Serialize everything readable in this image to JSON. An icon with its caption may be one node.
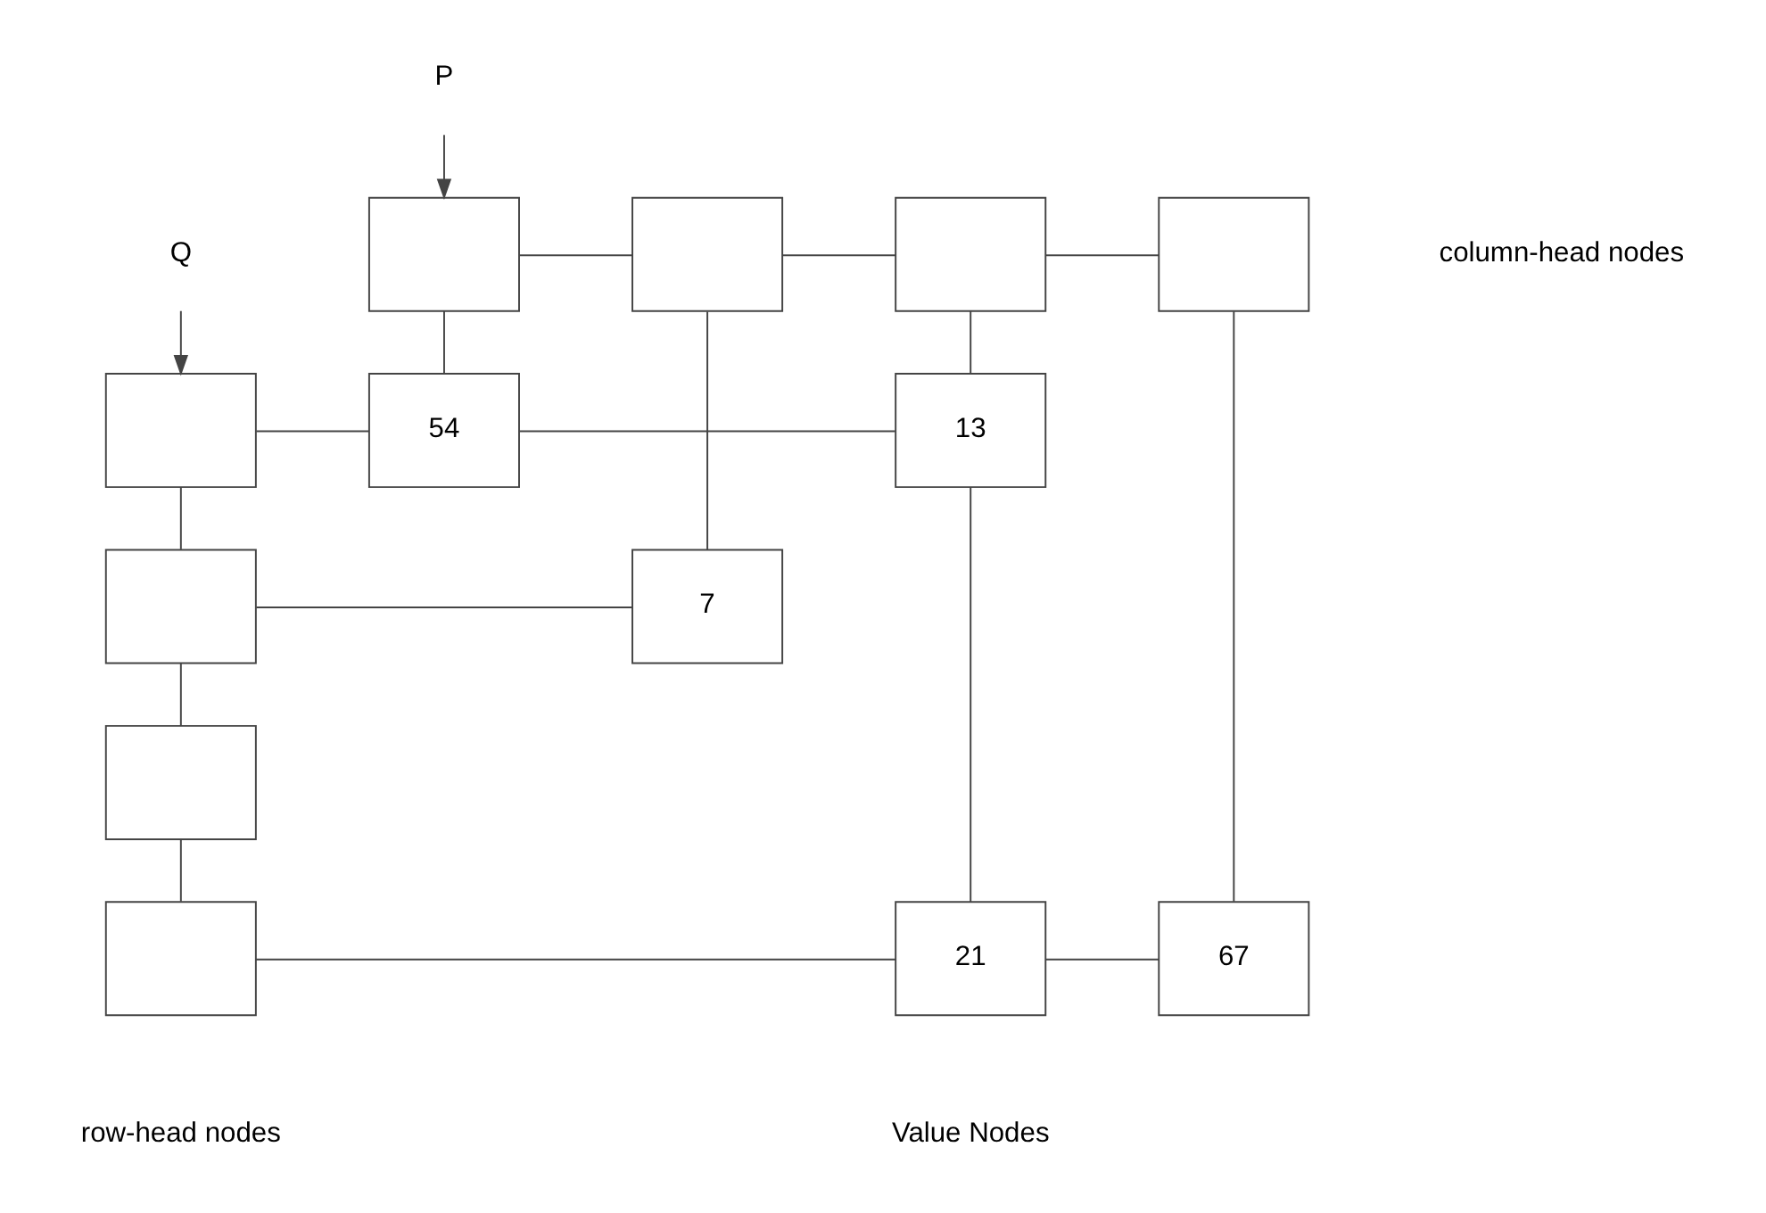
{
  "diagram": {
    "nodes": [
      {
        "text": [
          "P"
        ]
      },
      {
        "text": [],
        "shape": "box"
      },
      {
        "text": [],
        "shape": "box"
      },
      {
        "text": [],
        "shape": "box"
      },
      {
        "text": [],
        "shape": "box"
      },
      {
        "text": [
          "Q"
        ]
      },
      {
        "text": [],
        "shape": "box"
      },
      {
        "text": [
          "54"
        ]
      },
      {
        "text": [
          "13"
        ]
      },
      {
        "text": [],
        "shape": "box"
      },
      {
        "text": [
          "7"
        ]
      },
      {
        "text": [],
        "shape": "box"
      },
      {
        "text": [],
        "shape": "box"
      },
      {
        "text": [
          "21"
        ]
      },
      {
        "text": [
          "67"
        ]
      }
    ],
    "edges": [
      {
        "from": 0,
        "to": 1,
        "arrow": "to"
      },
      {
        "from": 5,
        "to": 6,
        "arrow": "to"
      },
      {
        "from": 1,
        "to": 2,
        "arrow": "none"
      },
      {
        "from": 2,
        "to": 3,
        "arrow": "none"
      },
      {
        "from": 3,
        "to": 4,
        "arrow": "none"
      },
      {
        "from": 1,
        "to": 7,
        "arrow": "none"
      },
      {
        "from": 2,
        "to": 10,
        "arrow": "none"
      },
      {
        "from": 3,
        "to": 8,
        "arrow": "none"
      },
      {
        "from": 4,
        "to": 14,
        "arrow": "none"
      },
      {
        "from": 6,
        "to": 7,
        "arrow": "none"
      },
      {
        "from": 7,
        "to": 8,
        "arrow": "none"
      },
      {
        "from": 6,
        "to": 9,
        "arrow": "none"
      },
      {
        "from": 9,
        "to": 10,
        "arrow": "none"
      },
      {
        "from": 9,
        "to": 11,
        "arrow": "none"
      },
      {
        "from": 11,
        "to": 12,
        "arrow": "none"
      },
      {
        "from": 12,
        "to": 13,
        "arrow": "none"
      },
      {
        "from": 8,
        "to": 13,
        "arrow": "none"
      },
      {
        "from": 13,
        "to": 14,
        "arrow": "none"
      }
    ],
    "labels": [
      "column-head nodes",
      "row-head nodes",
      "Value Nodes"
    ]
  }
}
